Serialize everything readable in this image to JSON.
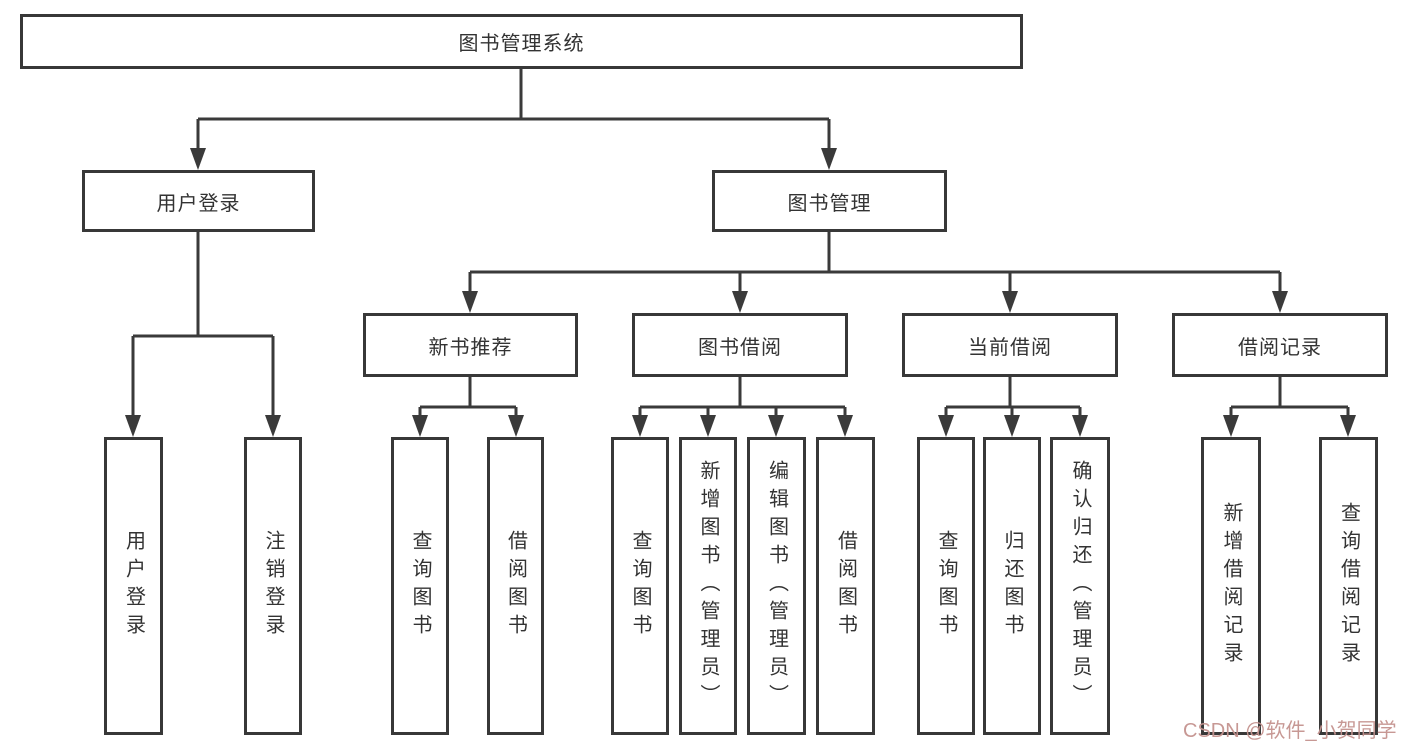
{
  "palette": {
    "line_color": "#3a3a3a",
    "box_border_color": "#383838",
    "text_color": "#333333",
    "watermark_color": "#c5938f"
  },
  "diagram": {
    "root": {
      "label": "图书管理系统"
    },
    "level2": [
      {
        "label": "用户登录",
        "children": [
          {
            "label": "用户登录"
          },
          {
            "label": "注销登录"
          }
        ]
      },
      {
        "label": "图书管理",
        "children": [
          {
            "label": "新书推荐",
            "children": [
              {
                "label": "查询图书"
              },
              {
                "label": "借阅图书"
              }
            ]
          },
          {
            "label": "图书借阅",
            "children": [
              {
                "label": "查询图书"
              },
              {
                "label": "新增图书（管理员）"
              },
              {
                "label": "编辑图书（管理员）"
              },
              {
                "label": "借阅图书"
              }
            ]
          },
          {
            "label": "当前借阅",
            "children": [
              {
                "label": "查询图书"
              },
              {
                "label": "归还图书"
              },
              {
                "label": "确认归还（管理员）"
              }
            ]
          },
          {
            "label": "借阅记录",
            "children": [
              {
                "label": "新增借阅记录"
              },
              {
                "label": "查询借阅记录"
              }
            ]
          }
        ]
      }
    ]
  },
  "watermark": {
    "text": "CSDN @软件_小贺同学"
  }
}
